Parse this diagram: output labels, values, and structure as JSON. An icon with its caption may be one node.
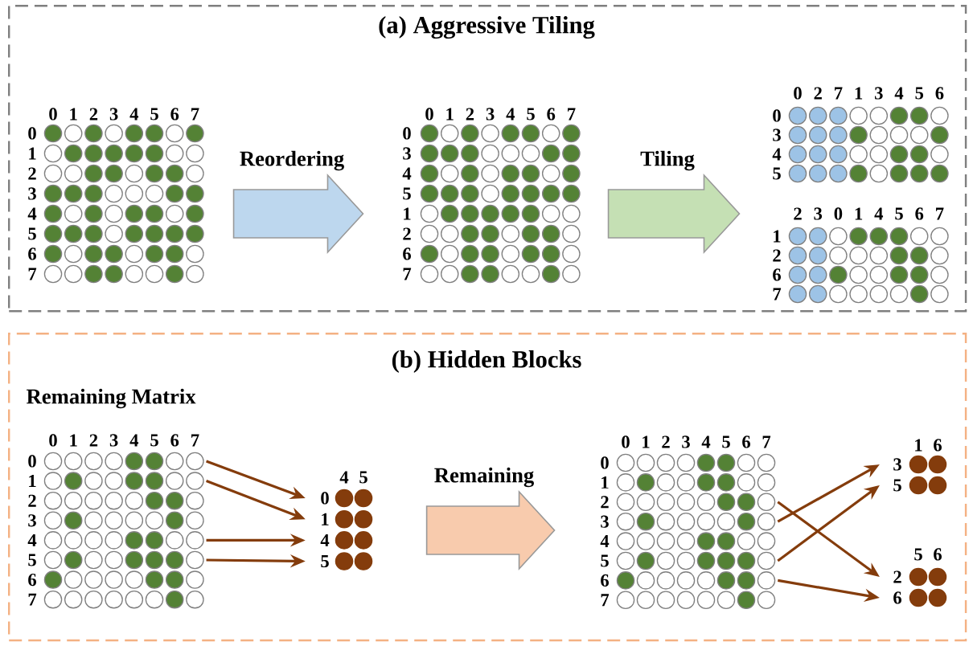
{
  "diagram": {
    "nodes": [
      {
        "text": [
          "(a) Aggressive Tiling"
        ]
      },
      {
        "text": [],
        "shape": "picture",
        "in": 0
      },
      {
        "text": [],
        "shape": "picture",
        "in": 0
      },
      {
        "text": [],
        "shape": "picture",
        "in": 0
      },
      {
        "text": [
          "(b) Hidden Blocks"
        ]
      },
      {
        "text": [],
        "shape": "picture",
        "in": 4
      },
      {
        "text": [],
        "shape": "picture",
        "in": 4
      },
      {
        "text": [],
        "shape": "picture",
        "in": 4
      },
      {
        "text": [],
        "shape": "picture",
        "in": 4
      },
      {
        "text": [],
        "shape": "picture",
        "in": 4
      }
    ],
    "edges": [
      {
        "from": 1,
        "to": 2,
        "arrow": "to",
        "label": "Reordering",
        "style": "thick",
        "color": "#bdd7ee"
      },
      {
        "from": 2,
        "to": 3,
        "arrow": "to",
        "label": "Tiling",
        "style": "thick",
        "color": "#c5e0b4"
      },
      {
        "from": 5,
        "to": 6,
        "arrow": "to"
      },
      {
        "from": 5,
        "to": 6,
        "arrow": "to"
      },
      {
        "from": 5,
        "to": 6,
        "arrow": "to"
      },
      {
        "from": 5,
        "to": 6,
        "arrow": "to"
      },
      {
        "from": 6,
        "to": 7,
        "arrow": "to",
        "label": "Remaining",
        "style": "thick",
        "color": "#f8cbad"
      },
      {
        "from": 7,
        "to": 9,
        "arrow": "to"
      },
      {
        "from": 7,
        "to": 8,
        "arrow": "to"
      },
      {
        "from": 7,
        "to": 8,
        "arrow": "to"
      },
      {
        "from": 7,
        "to": 9,
        "arrow": "to"
      }
    ],
    "labels": [
      "0",
      "1",
      "2",
      "3",
      "4",
      "5",
      "6",
      "7",
      "0",
      "1",
      "2",
      "3",
      "4",
      "5",
      "6",
      "7",
      "0",
      "1",
      "2",
      "3",
      "4",
      "5",
      "6",
      "7",
      "0",
      "3",
      "4",
      "5",
      "1",
      "2",
      "6",
      "7",
      "0",
      "2",
      "7",
      "1",
      "3",
      "4",
      "5",
      "6",
      "0",
      "3",
      "4",
      "5",
      "2",
      "3",
      "0",
      "1",
      "4",
      "5",
      "6",
      "7",
      "1",
      "2",
      "6",
      "7",
      "Remaining Matrix",
      "0",
      "1",
      "2",
      "3",
      "4",
      "5",
      "6",
      "7",
      "0",
      "1",
      "2",
      "3",
      "4",
      "5",
      "6",
      "7",
      "4",
      "5",
      "0",
      "1",
      "4",
      "5",
      "0",
      "1",
      "2",
      "3",
      "4",
      "5",
      "6",
      "7",
      "0",
      "1",
      "2",
      "3",
      "4",
      "5",
      "6",
      "7",
      "1",
      "6",
      "3",
      "5",
      "5",
      "6",
      "2",
      "6"
    ]
  }
}
